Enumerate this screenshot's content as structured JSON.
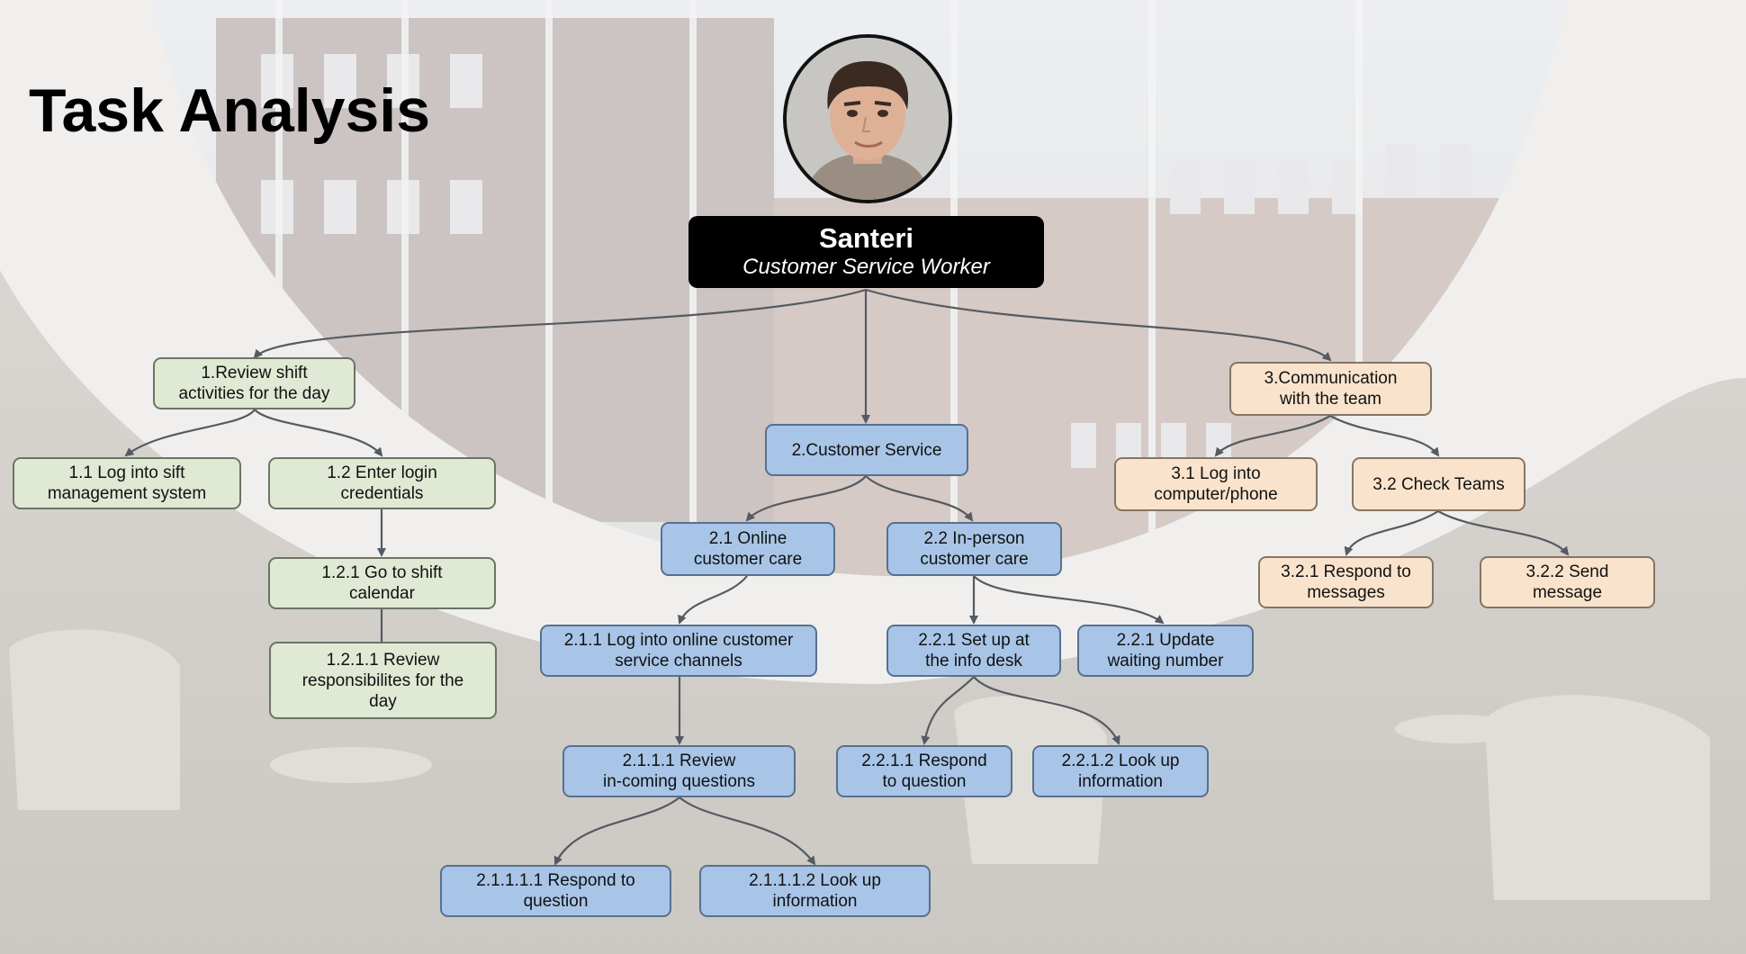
{
  "title": "Task Analysis",
  "persona": {
    "name": "Santeri",
    "role": "Customer Service Worker"
  },
  "colors": {
    "branch1": "#dfe9d3",
    "branch2": "#a8c5e7",
    "branch3": "#f9e3cc",
    "persona_bg": "#000000"
  },
  "nodes": {
    "n1": {
      "label": "1.Review shift\nactivities for the day"
    },
    "n1_1": {
      "label": "1.1 Log into sift\nmanagement system"
    },
    "n1_2": {
      "label": "1.2 Enter login\ncredentials"
    },
    "n1_2_1": {
      "label": "1.2.1 Go to shift\ncalendar"
    },
    "n1_2_1_1": {
      "label": "1.2.1.1 Review\nresponsibilites for the\nday"
    },
    "n2": {
      "label": "2.Customer Service"
    },
    "n2_1": {
      "label": "2.1 Online\ncustomer care"
    },
    "n2_2": {
      "label": "2.2 In-person\ncustomer care"
    },
    "n2_1_1": {
      "label": "2.1.1 Log into online customer\nservice channels"
    },
    "n2_1_1_1": {
      "label": "2.1.1.1 Review\nin-coming questions"
    },
    "n2_1_1_1_1": {
      "label": "2.1.1.1.1 Respond to\nquestion"
    },
    "n2_1_1_1_2": {
      "label": "2.1.1.1.2 Look up\ninformation"
    },
    "n2_2_1": {
      "label": "2.2.1 Set up at\nthe info desk"
    },
    "n2_2_1b": {
      "label": "2.2.1 Update\nwaiting number"
    },
    "n2_2_1_1": {
      "label": "2.2.1.1 Respond\nto question"
    },
    "n2_2_1_2": {
      "label": "2.2.1.2 Look up\ninformation"
    },
    "n3": {
      "label": "3.Communication\nwith the team"
    },
    "n3_1": {
      "label": "3.1 Log into\ncomputer/phone"
    },
    "n3_2": {
      "label": "3.2 Check Teams"
    },
    "n3_2_1": {
      "label": "3.2.1 Respond to\nmessages"
    },
    "n3_2_2": {
      "label": "3.2.2 Send\nmessage"
    }
  }
}
